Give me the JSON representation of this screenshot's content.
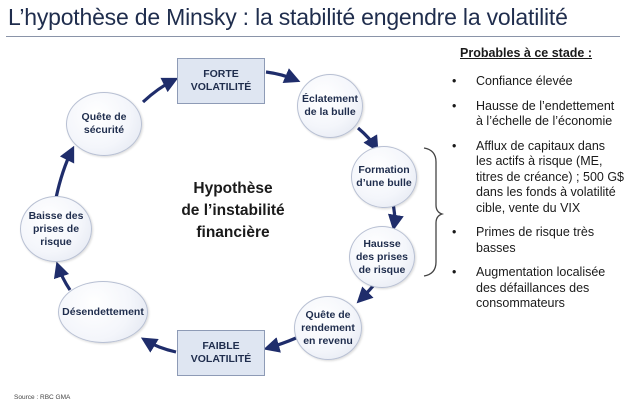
{
  "title": "L’hypothèse de Minsky : la stabilité engendre la volatilité",
  "center_label": [
    "Hypothèse",
    "de l’instabilité",
    "financière"
  ],
  "nodes": {
    "forte_volatilite": [
      "FORTE",
      "VOLATILITÉ"
    ],
    "eclatement": [
      "Éclatement",
      "de la bulle"
    ],
    "formation": [
      "Formation",
      "d’une bulle"
    ],
    "hausse_prises": [
      "Hausse",
      "des prises",
      "de risque"
    ],
    "quete_rendement": [
      "Quête de",
      "rendement",
      "en revenu"
    ],
    "faible_volatilite": [
      "FAIBLE",
      "VOLATILITÉ"
    ],
    "desendettement": [
      "Désendettement"
    ],
    "baisse_prises": [
      "Baisse des",
      "prises de",
      "risque"
    ],
    "quete_securite": [
      "Quête de",
      "sécurité"
    ]
  },
  "right_panel": {
    "heading": "Probables à ce stade :",
    "bullet_glyph": "•",
    "items": [
      "Confiance élevée",
      "Hausse de l’endettement à l’échelle de l’économie",
      "Afflux de capitaux dans les actifs à risque (ME, titres de créance) ; 500 G$ dans les fonds à volatilité cible, vente du VIX",
      "Primes de risque très basses",
      "Augmentation localisée des défaillances des consommateurs"
    ]
  },
  "source": "Source : RBC GMA",
  "colors": {
    "arrow": "#1f2d6b",
    "title": "#1f2d4d",
    "rect_fill": "#dfe6f2",
    "oval_border": "#b8c0d3"
  }
}
